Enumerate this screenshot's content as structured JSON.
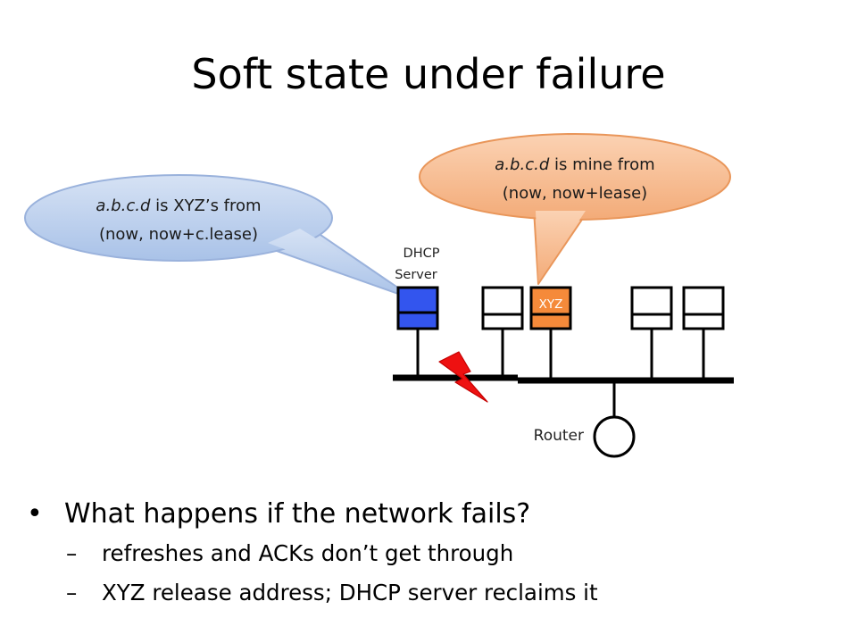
{
  "title": "Soft state under failure",
  "diagram": {
    "bubble_left": {
      "line1_italic": "a.b.c.d",
      "line1_rest": " is XYZ’s from",
      "line2": "(now, now+c.lease)"
    },
    "bubble_right": {
      "line1_italic": "a.b.c.d",
      "line1_rest": " is mine from",
      "line2": "(now, now+lease)"
    },
    "dhcp_label_1": "DHCP",
    "dhcp_label_2": "Server",
    "xyz_label": "XYZ",
    "router_label": "Router",
    "colors": {
      "dhcp_host": "#3355ee",
      "xyz_host": "#f58a3a",
      "bubble_left": "#bcd0ee",
      "bubble_right": "#f7c09a",
      "lightning": "#ee1111"
    }
  },
  "bullets": [
    {
      "text": "What happens if the network fails?",
      "sub": [
        "refreshes and ACKs don’t get through",
        "XYZ release address; DHCP server reclaims it"
      ]
    }
  ]
}
